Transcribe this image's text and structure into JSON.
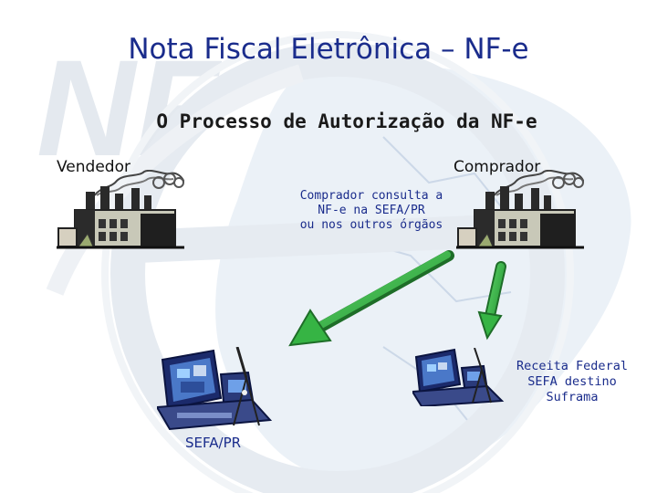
{
  "title": "Nota Fiscal Eletrônica – NF-e",
  "subtitle": "O Processo de Autorização da NF-e",
  "roles": {
    "seller": "Vendedor",
    "buyer": "Comprador"
  },
  "consult_note": {
    "lines": [
      "Comprador consulta a",
      "NF-e na SEFA/PR",
      "ou nos outros órgãos"
    ]
  },
  "other_agencies": {
    "lines": [
      "Receita Federal",
      "SEFA destino",
      "Suframa"
    ]
  },
  "sefa_pr_label": "SEFA/PR",
  "watermark": "NF-e",
  "colors": {
    "title": "#1a2c8c",
    "note_text": "#1a2c8c",
    "arrow": "#3cb84a",
    "watermark": "#e3e8ee",
    "map": "#d9e3f0"
  }
}
